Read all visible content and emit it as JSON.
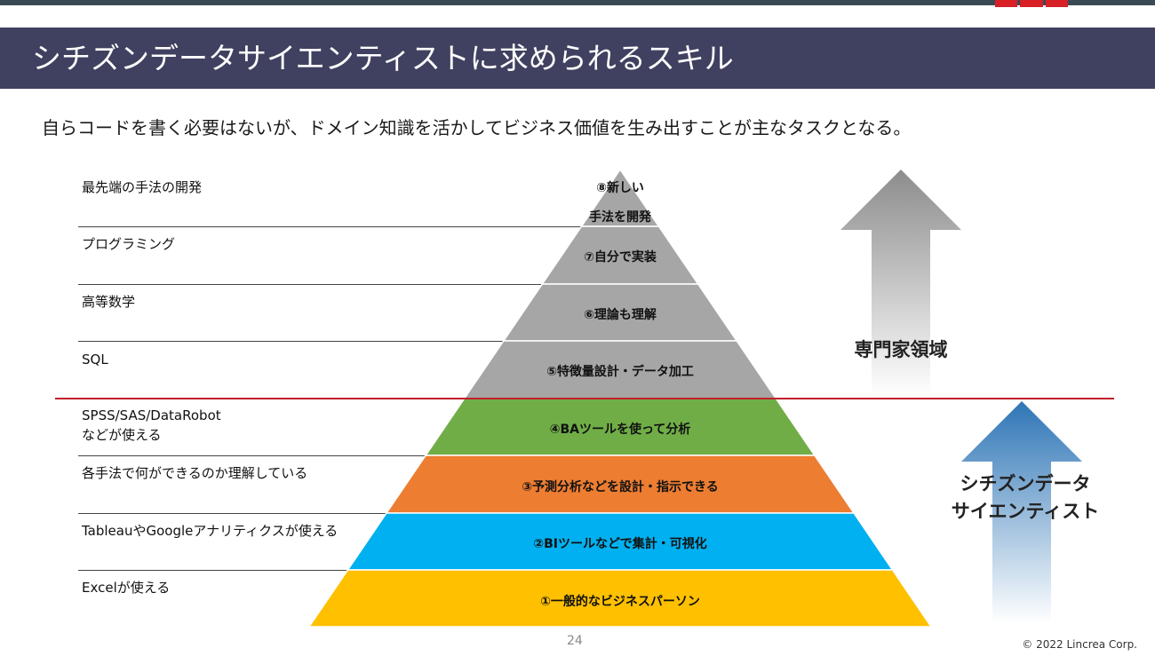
{
  "title": "シチズンデータサイエンティストに求められるスキル",
  "subtitle": "自らコードを書く必要はないが、ドメイン知識を活かしてビジネス価値を生み出すことが主なタスクとなる。",
  "skills": [
    {
      "text": "最先端の手法の開発"
    },
    {
      "text": "プログラミング"
    },
    {
      "text": "高等数学"
    },
    {
      "text": "SQL"
    },
    {
      "text": "SPSS/SAS/DataRobot\nなどが使える"
    },
    {
      "text": "各手法で何ができるのか理解している"
    },
    {
      "text": "TableauやGoogleアナリティクスが使える"
    },
    {
      "text": "Excelが使える"
    }
  ],
  "tiers": [
    {
      "label": "⑧新しい\n手法を開発",
      "color": "#a6a6a6"
    },
    {
      "label": "⑦自分で実装",
      "color": "#a6a6a6"
    },
    {
      "label": "⑥理論も理解",
      "color": "#a6a6a6"
    },
    {
      "label": "⑤特徴量設計・データ加工",
      "color": "#a6a6a6"
    },
    {
      "label": "④BAツールを使って分析",
      "color": "#70ad47"
    },
    {
      "label": "③予測分析などを設計・指示できる",
      "color": "#ed7d31"
    },
    {
      "label": "②BIツールなどで集計・可視化",
      "color": "#00b0f0"
    },
    {
      "label": "①一般的なビジネスパーソン",
      "color": "#ffc000"
    }
  ],
  "arrows": {
    "expert": {
      "label": "専門家領域",
      "color": "#8c8c8c"
    },
    "citizen": {
      "label": "シチズンデータ\nサイエンティスト",
      "color": "#2e75b6"
    }
  },
  "footer": {
    "page_number": "24",
    "copyright": "© 2022  Lincrea Corp."
  }
}
